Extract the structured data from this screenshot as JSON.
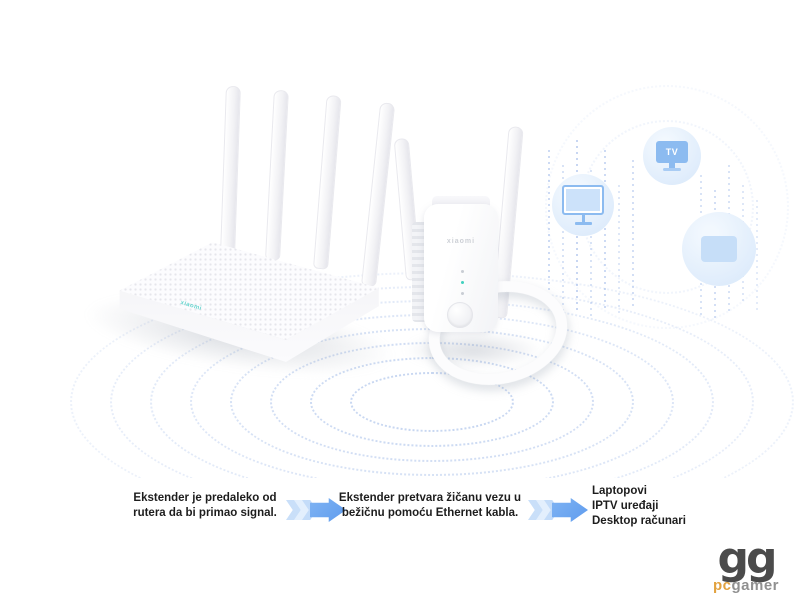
{
  "steps": {
    "step1_line1": "Ekstender je predaleko od",
    "step1_line2": "rutera da bi primao signal.",
    "step2_line1": "Ekstender pretvara žičanu vezu u",
    "step2_line2": "bežičnu pomoću Ethernet kabla.",
    "step3_line1": "Laptopovi",
    "step3_line2": "IPTV uređaji",
    "step3_line3": "Desktop računari"
  },
  "icons": {
    "tv_label": "TV",
    "tv": "tv-icon",
    "monitor": "monitor-icon",
    "tablet": "tablet-icon",
    "arrow": "flow-arrow-icon"
  },
  "devices": {
    "router_brand": "xiaomi",
    "extender_brand": "xiaomi"
  },
  "watermark": {
    "logo": "gg",
    "brand_pc": "pc",
    "brand_gamer": "gamer"
  },
  "colors": {
    "arrow_blue": "#6ea8f0",
    "icon_blue": "#8cbbf0",
    "icon_circle_bg": "#ddebfb",
    "wave_blue": "#7da0e1",
    "brand_teal": "#3ecfc5",
    "text_dark": "#1d1d1d",
    "logo_orange": "#e2a23f",
    "logo_gray": "#909090"
  }
}
